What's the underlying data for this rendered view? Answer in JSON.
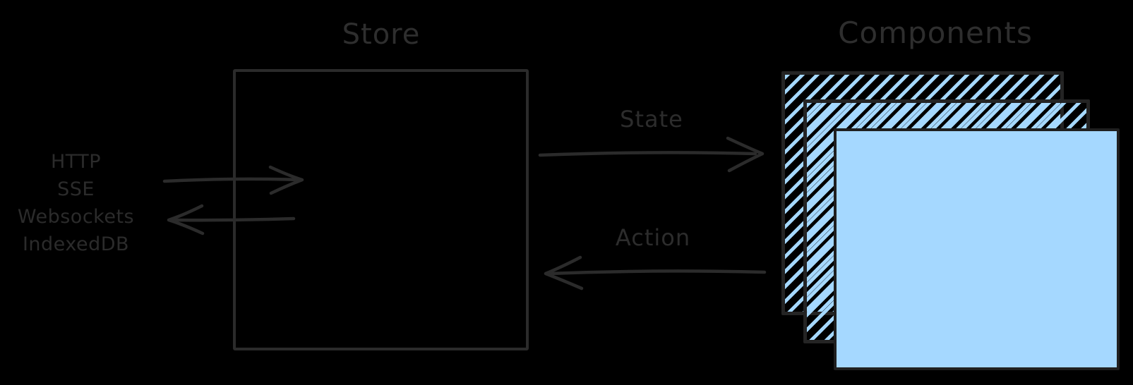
{
  "background_color": "#000000",
  "palette": {
    "stroke_dark": "#2b2b2b",
    "text_color": "#2e2e2e",
    "card_border": "#242424",
    "component_fill_blue": "#a5d8ff",
    "hatch_blue": "#a5d8ff"
  },
  "store": {
    "title": "Store"
  },
  "components": {
    "title": "Components",
    "card_count": 3
  },
  "flows": {
    "state_label": "State",
    "action_label": "Action"
  },
  "transports": {
    "items": [
      "HTTP",
      "SSE",
      "Websockets",
      "IndexedDB"
    ]
  }
}
